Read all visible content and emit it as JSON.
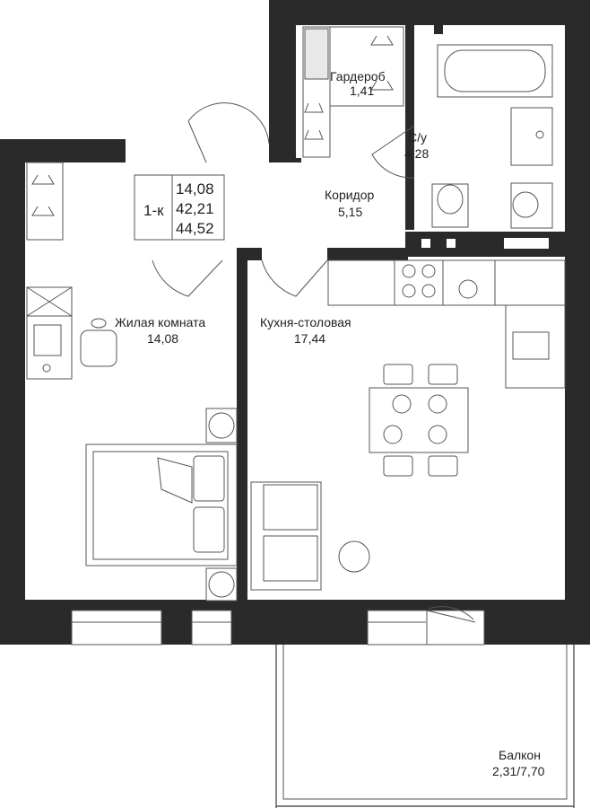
{
  "apartment": {
    "type_label": "1-к",
    "living_area": "14,08",
    "total_area": "42,21",
    "total_with_balcony": "44,52"
  },
  "rooms": {
    "wardrobe": {
      "name": "Гардероб",
      "area": "1,41"
    },
    "bathroom": {
      "name": "С/у",
      "area": "4,28"
    },
    "corridor": {
      "name": "Коридор",
      "area": "5,15"
    },
    "living_room": {
      "name": "Жилая комната",
      "area": "14,08"
    },
    "kitchen": {
      "name": "Кухня-столовая",
      "area": "17,44"
    },
    "balcony": {
      "name": "Балкон",
      "area": "2,31/7,70"
    }
  },
  "colors": {
    "wall": "#2a2a2a",
    "furniture_stroke": "#555555",
    "background": "#ffffff"
  }
}
